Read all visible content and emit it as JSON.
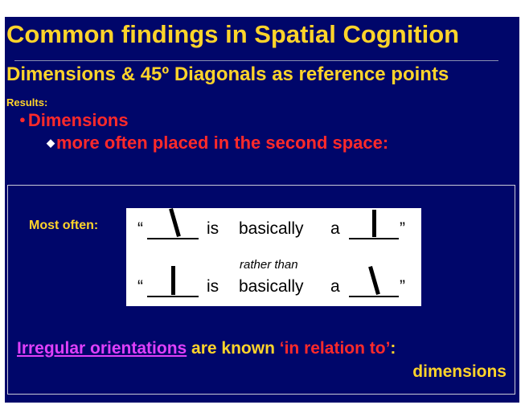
{
  "slide": {
    "title": "Common findings in Spatial Cognition",
    "subtitle": "Dimensions & 45º Diagonals as reference points",
    "results_label": "Results:",
    "bullet_level1": "Dimensions",
    "bullet_level2": "more often placed in the second space:",
    "most_often_label": "Most often:",
    "sentence": {
      "open_quote": "“",
      "close_quote": "”",
      "word_is": "is",
      "word_basically": "basically",
      "word_a": "a"
    },
    "rather_than": "rather than",
    "conclusion": {
      "part1": "Irregular orientations",
      "part2": " are known ",
      "part3": "‘in relation to’",
      "part4": ":",
      "part5": "dimensions"
    },
    "colors": {
      "background": "#00066a",
      "heading": "#ffd42a",
      "bullet": "#ff2a2a",
      "highlight": "#e040fb"
    }
  }
}
